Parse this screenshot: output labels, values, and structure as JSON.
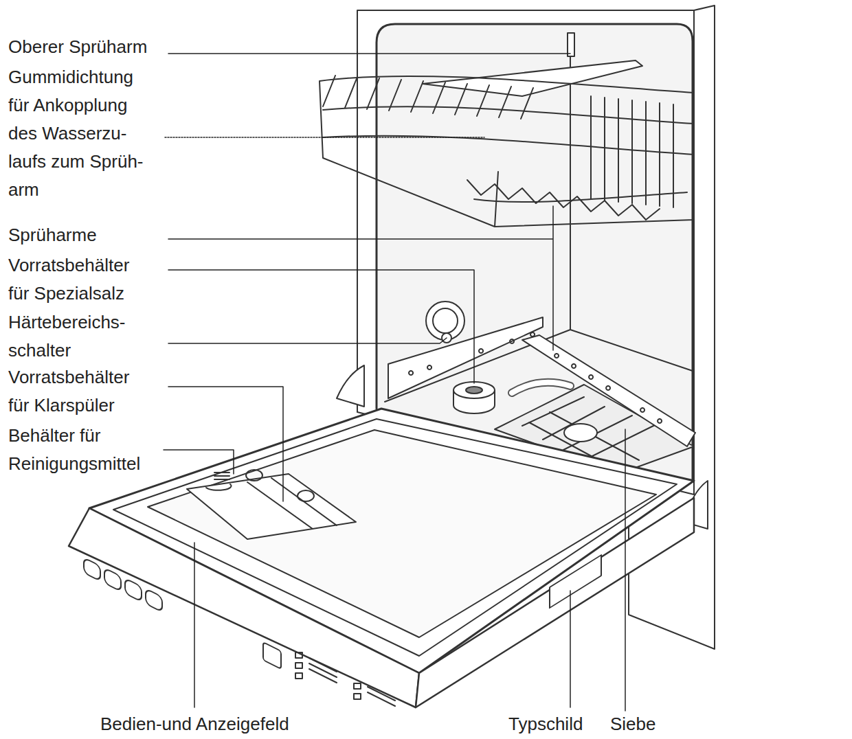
{
  "diagram": {
    "labels": [
      "Oberer Sprüharm",
      "Gummidichtung für Ankopplung des Wasserzu- laufs zum Sprüh- arm",
      "Sprüharme",
      "Vorratsbehälter für Spezialsalz",
      "Härtebereichs- schalter",
      "Vorratsbehälter für Klarspüler",
      "Behälter für Reinigungsmittel",
      "Bedien-und Anzeigefeld",
      "Typschild",
      "Siebe"
    ]
  }
}
